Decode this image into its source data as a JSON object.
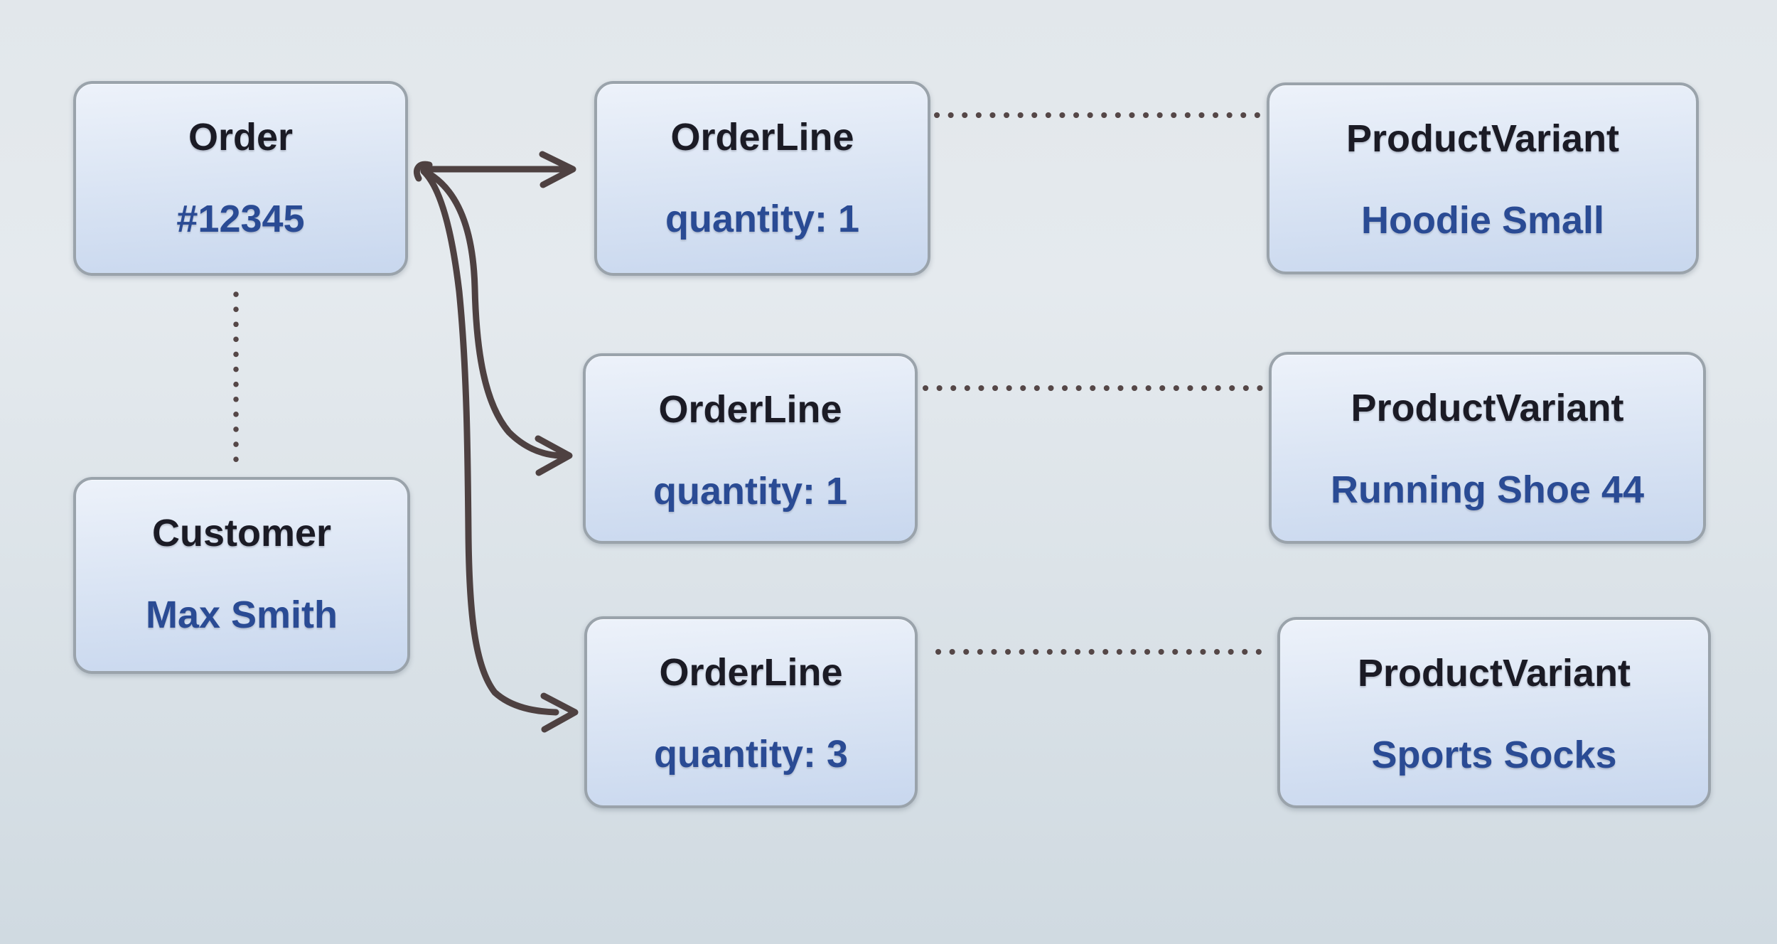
{
  "diagram": {
    "order": {
      "title": "Order",
      "value": "#12345"
    },
    "customer": {
      "title": "Customer",
      "value": "Max Smith"
    },
    "rows": [
      {
        "order_line": {
          "title": "OrderLine",
          "value": "quantity: 1"
        },
        "product_variant": {
          "title": "ProductVariant",
          "value": "Hoodie Small"
        }
      },
      {
        "order_line": {
          "title": "OrderLine",
          "value": "quantity: 1"
        },
        "product_variant": {
          "title": "ProductVariant",
          "value": "Running Shoe 44"
        }
      },
      {
        "order_line": {
          "title": "OrderLine",
          "value": "quantity: 3"
        },
        "product_variant": {
          "title": "ProductVariant",
          "value": "Sports Socks"
        }
      }
    ],
    "colors": {
      "arrow": "#4e4141",
      "dot": "#554747",
      "box_border": "#9aa3ab",
      "title_text": "#1b1b25",
      "value_text": "#2a4b94",
      "box_fill_top": "#edf2fa",
      "box_fill_bottom": "#c8d7ee",
      "bg_top": "#e2e7eb",
      "bg_bottom": "#d0dae1"
    }
  }
}
